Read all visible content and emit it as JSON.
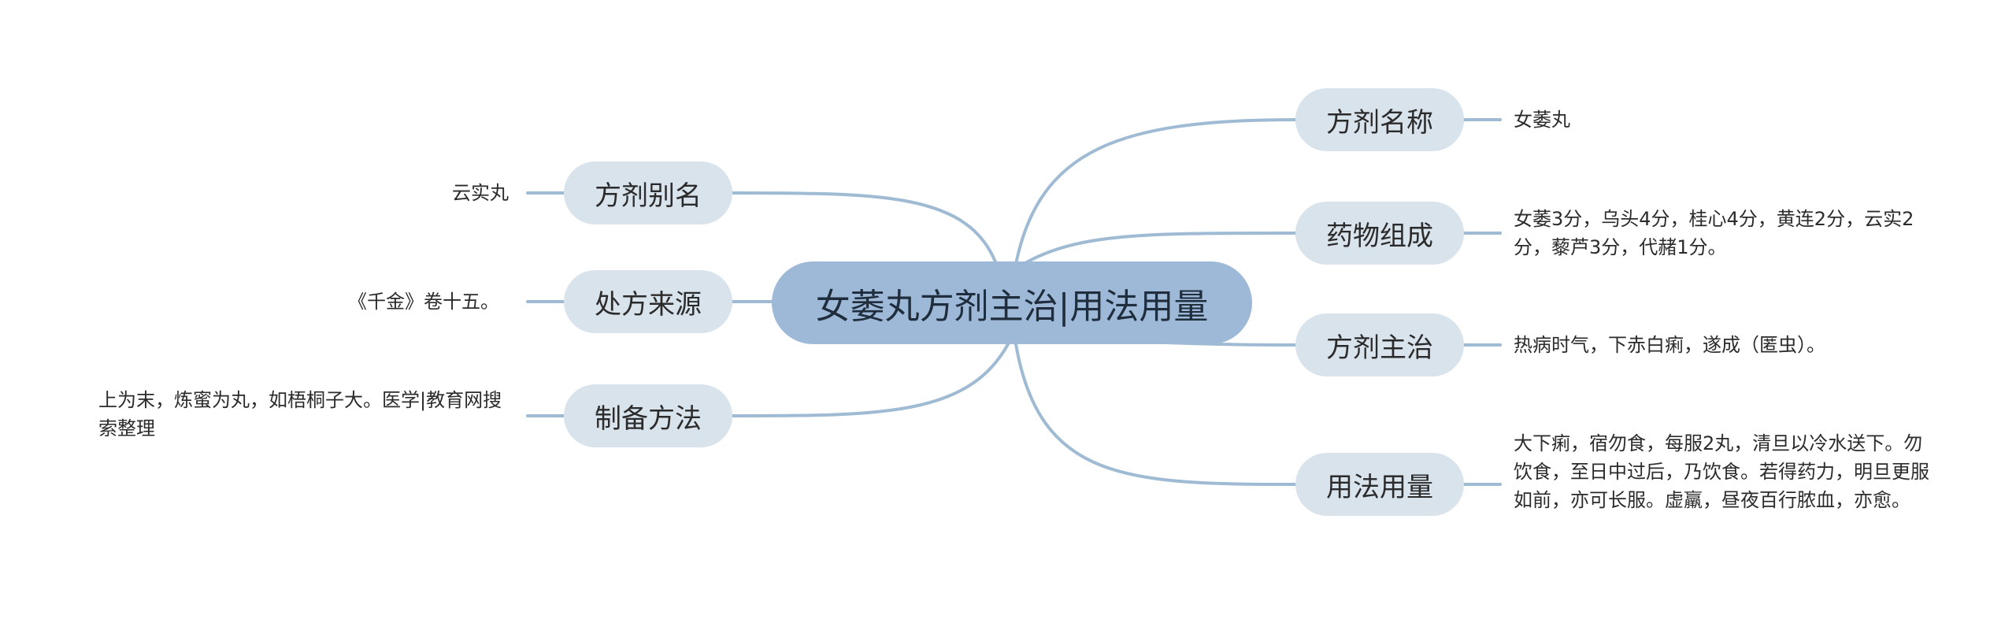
{
  "central": {
    "label": "女萎丸方剂主治|用法用量"
  },
  "right_branches": [
    {
      "label": "方剂名称",
      "detail": "女萎丸"
    },
    {
      "label": "药物组成",
      "detail": "女萎3分，乌头4分，桂心4分，黄连2分，云实2分，藜芦3分，代赭1分。"
    },
    {
      "label": "方剂主治",
      "detail": "热病时气，下赤白痢，遂成（匿虫）。"
    },
    {
      "label": "用法用量",
      "detail": "大下痢，宿勿食，每服2丸，清旦以冷水送下。勿饮食，至日中过后，乃饮食。若得药力，明旦更服如前，亦可长服。虚羸，昼夜百行脓血，亦愈。"
    }
  ],
  "left_branches": [
    {
      "label": "方剂别名",
      "detail": "云实丸"
    },
    {
      "label": "处方来源",
      "detail": "《千金》卷十五。"
    },
    {
      "label": "制备方法",
      "detail": "上为末，炼蜜为丸，如梧桐子大。医学|教育网搜索整理"
    }
  ],
  "colors": {
    "central_fill": "#9db9d7",
    "branch_fill": "#d9e3ec",
    "edge": "#9fbad3"
  }
}
